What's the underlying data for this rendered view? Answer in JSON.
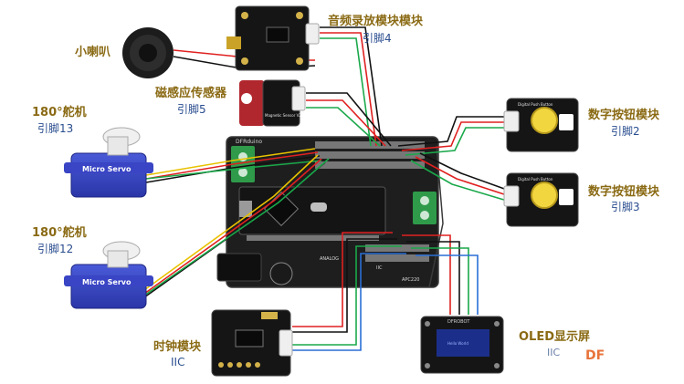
{
  "modules": {
    "audio": {
      "name": "音频录放模块模块",
      "pin": "引脚4"
    },
    "speaker": {
      "name": "小喇叭"
    },
    "magnetic": {
      "name": "磁感应传感器",
      "pin": "引脚5",
      "board_text": "Magnetic Sensor V2"
    },
    "servo1": {
      "name": "180°舵机",
      "pin": "引脚13",
      "body_text": "Micro Servo"
    },
    "servo2": {
      "name": "180°舵机",
      "pin": "引脚12",
      "body_text": "Micro Servo"
    },
    "button1": {
      "name": "数字按钮模块",
      "pin": "引脚2",
      "board_text": "Digital Push Button"
    },
    "button2": {
      "name": "数字按钮模块",
      "pin": "引脚3",
      "board_text": "Digital Push Button"
    },
    "clock": {
      "name": "时钟模块",
      "pin": "IIC"
    },
    "oled": {
      "name": "OLED显示屏",
      "pin": "IIC",
      "screen_text": "Hello World",
      "brand": "DFROBOT"
    }
  },
  "board": {
    "brand": "DFRduino",
    "i2c": "IIC",
    "apc": "APC220",
    "analog": "ANALOG"
  },
  "watermark": "DF",
  "colors": {
    "wire_red": "#e02020",
    "wire_black": "#111111",
    "wire_green": "#1aa84a",
    "wire_yellow": "#e8c200",
    "wire_blue": "#2a6fd6",
    "label_gold": "#8a6a14",
    "label_blue": "#2a4d8f"
  }
}
